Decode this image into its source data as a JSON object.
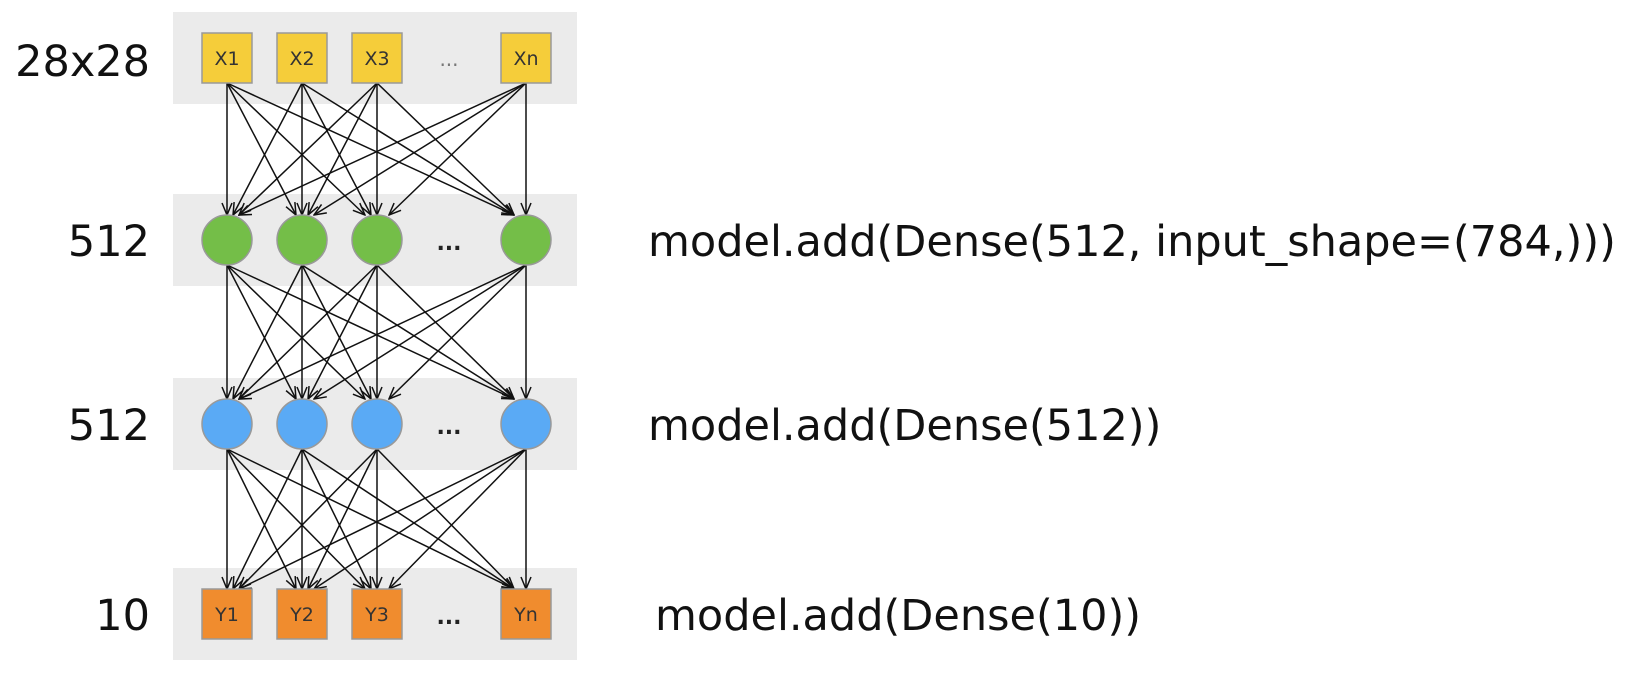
{
  "colors": {
    "band": "#ebebeb",
    "input_node": "#f5cd3a",
    "hidden1_node": "#74be48",
    "hidden2_node": "#5aaaf5",
    "output_node": "#f08c2e",
    "node_border": "#999999",
    "edge": "#111111"
  },
  "layers": [
    {
      "id": "input",
      "size_label": "28x28",
      "code": "",
      "node_shape": "square",
      "nodes": [
        "X1",
        "X2",
        "X3",
        "Xn"
      ],
      "ellipsis": "..."
    },
    {
      "id": "hidden1",
      "size_label": "512",
      "code": "model.add(Dense(512, input_shape=(784,)))",
      "node_shape": "circle",
      "nodes": [
        "",
        "",
        "",
        ""
      ],
      "ellipsis": "..."
    },
    {
      "id": "hidden2",
      "size_label": "512",
      "code": "model.add(Dense(512))",
      "node_shape": "circle",
      "nodes": [
        "",
        "",
        "",
        ""
      ],
      "ellipsis": "..."
    },
    {
      "id": "output",
      "size_label": "10",
      "code": "model.add(Dense(10))",
      "node_shape": "square",
      "nodes": [
        "Y1",
        "Y2",
        "Y3",
        "Yn"
      ],
      "ellipsis": "..."
    }
  ]
}
